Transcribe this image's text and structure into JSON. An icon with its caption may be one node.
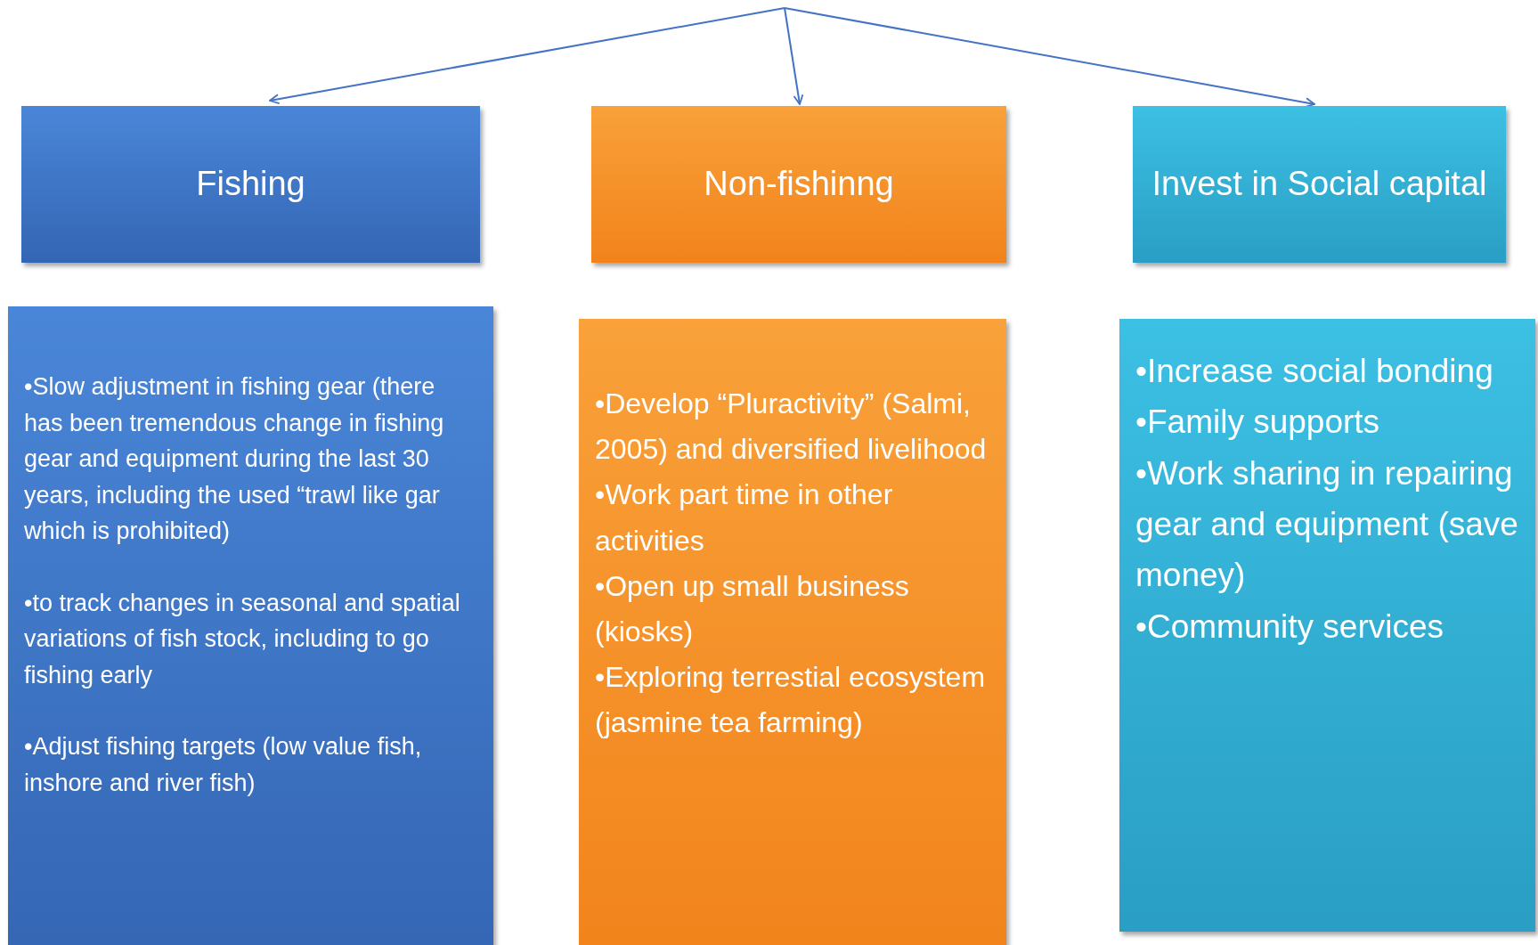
{
  "diagram": {
    "nodes": [
      {
        "text": [
          "Fishing"
        ]
      },
      {
        "text": [
          "Non-fishinng"
        ]
      },
      {
        "text": [
          "Invest in Social capital"
        ]
      },
      {
        "text": [
          "•Slow adjustment in fishing gear (there has been tremendous change in fishing gear and equipment during the last 30 years, including the used “trawl like gar which is prohibited)",
          "•to track changes in seasonal and spatial variations of fish stock, including to go fishing early",
          "•Adjust fishing targets (low value fish, inshore and river fish)"
        ]
      },
      {
        "text": [
          "•Develop “Pluractivity” (Salmi, 2005) and diversified livelihood",
          "•Work part time in other activities",
          "•Open up small business (kiosks)",
          "•Exploring terrestial ecosystem (jasmine tea farming)"
        ]
      },
      {
        "text": [
          "•Increase social bonding",
          "•Family supports",
          "•Work sharing in repairing gear and equipment (save money)",
          "•Community services"
        ]
      }
    ],
    "edges": [
      {
        "from": null,
        "to": 0,
        "arrow": "to"
      },
      {
        "from": null,
        "to": 1,
        "arrow": "to"
      },
      {
        "from": null,
        "to": 2,
        "arrow": "to"
      }
    ]
  }
}
